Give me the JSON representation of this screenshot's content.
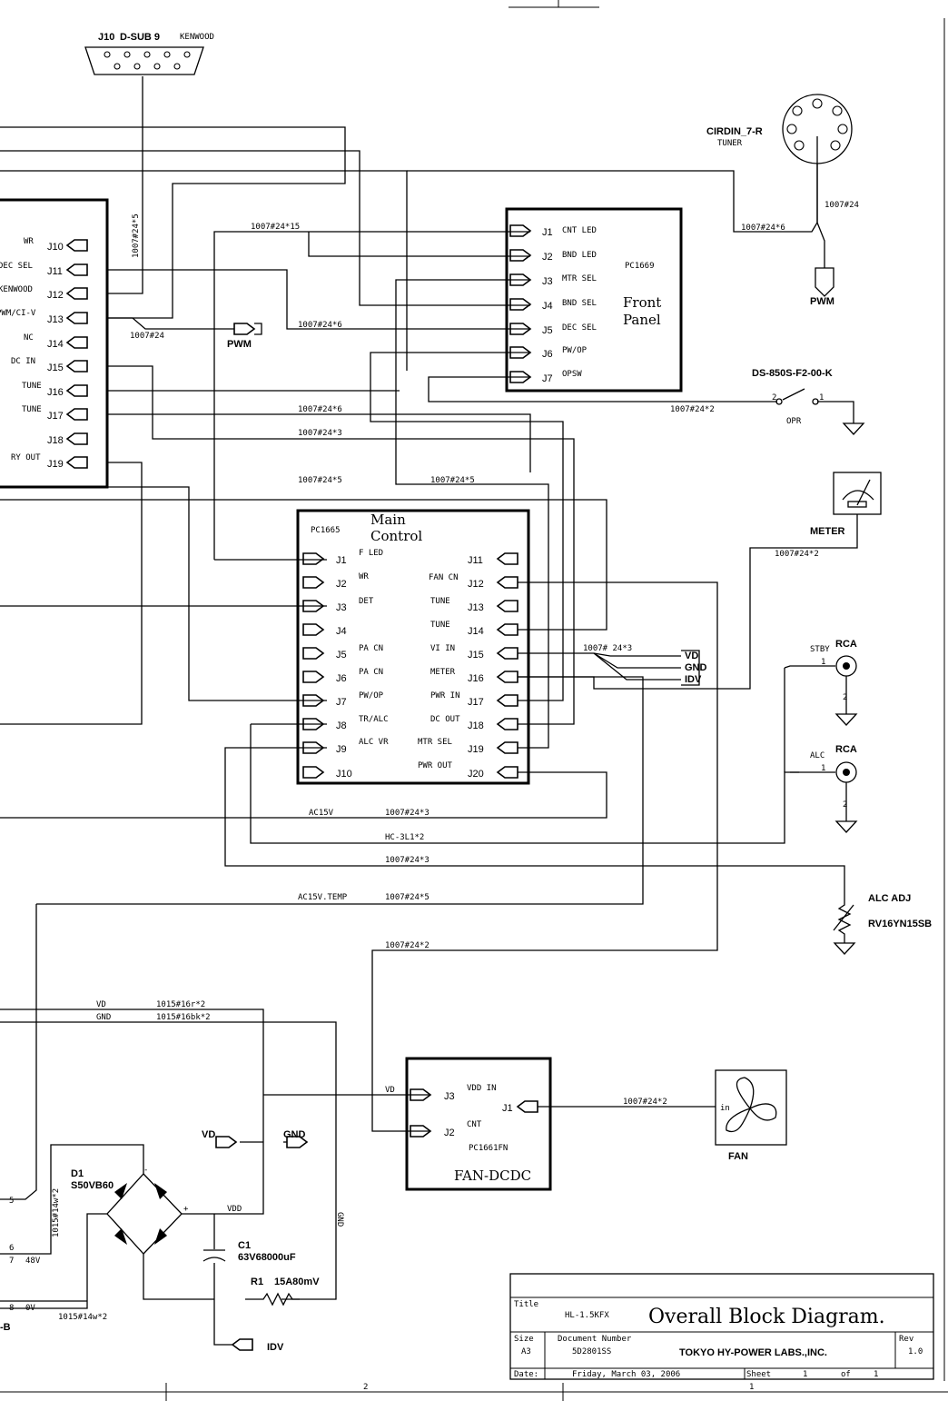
{
  "connectors": {
    "dsub": {
      "ref": "J10",
      "type": "D-SUB 9",
      "brand": "KENWOOD"
    },
    "din": {
      "ref": "CIRDIN_7-R",
      "sub": "TUNER",
      "cable": "1007#24"
    },
    "opr_switch": {
      "ref": "DS-850S-F2-00-K",
      "label": "OPR",
      "pin1": "1",
      "pin2": "2"
    },
    "meter": "METER",
    "stby": {
      "label": "STBY",
      "type": "RCA",
      "pin1": "1",
      "pin2": "2"
    },
    "alc": {
      "label": "ALC",
      "type": "RCA",
      "pin1": "1",
      "pin2": "2"
    },
    "alc_adj": {
      "label": "ALC ADJ",
      "part": "RV16YN15SB"
    },
    "fan": {
      "label": "FAN",
      "pin": "in"
    }
  },
  "left_board": {
    "pins": [
      {
        "sig": "WR",
        "pin": "J10"
      },
      {
        "sig": "DEC SEL",
        "pin": "J11"
      },
      {
        "sig": "KENWOOD",
        "pin": "J12"
      },
      {
        "sig": "PWM/CI-V",
        "pin": "J13"
      },
      {
        "sig": "NC",
        "pin": "J14"
      },
      {
        "sig": "DC IN",
        "pin": "J15"
      },
      {
        "sig": "TUNE",
        "pin": "J16"
      },
      {
        "sig": "TUNE",
        "pin": "J17"
      },
      {
        "sig": "",
        "pin": "J18"
      },
      {
        "sig": "RY OUT",
        "pin": "J19"
      }
    ]
  },
  "front_panel": {
    "title": "Front Panel",
    "title_l1": "Front",
    "title_l2": "Panel",
    "board": "PC1669",
    "pins": [
      {
        "pin": "J1",
        "sig": "CNT LED"
      },
      {
        "pin": "J2",
        "sig": "BND LED"
      },
      {
        "pin": "J3",
        "sig": "MTR SEL"
      },
      {
        "pin": "J4",
        "sig": "BND SEL"
      },
      {
        "pin": "J5",
        "sig": "DEC SEL"
      },
      {
        "pin": "J6",
        "sig": "PW/OP"
      },
      {
        "pin": "J7",
        "sig": "OPSW"
      }
    ]
  },
  "main_control": {
    "title_l1": "Main",
    "title_l2": "Control",
    "board": "PC1665",
    "left_pins": [
      {
        "pin": "J1",
        "sig": "F LED"
      },
      {
        "pin": "J2",
        "sig": "WR"
      },
      {
        "pin": "J3",
        "sig": "DET"
      },
      {
        "pin": "J4",
        "sig": ""
      },
      {
        "pin": "J5",
        "sig": "PA CN"
      },
      {
        "pin": "J6",
        "sig": "PA CN"
      },
      {
        "pin": "J7",
        "sig": "PW/OP"
      },
      {
        "pin": "J8",
        "sig": "TR/ALC"
      },
      {
        "pin": "J9",
        "sig": "ALC VR"
      },
      {
        "pin": "J10",
        "sig": ""
      }
    ],
    "right_pins": [
      {
        "pin": "J11",
        "sig": ""
      },
      {
        "pin": "J12",
        "sig": "FAN CN"
      },
      {
        "pin": "J13",
        "sig": "TUNE"
      },
      {
        "pin": "J14",
        "sig": "TUNE"
      },
      {
        "pin": "J15",
        "sig": "VI IN"
      },
      {
        "pin": "J16",
        "sig": "METER"
      },
      {
        "pin": "J17",
        "sig": "PWR IN"
      },
      {
        "pin": "J18",
        "sig": "DC OUT"
      },
      {
        "pin": "J19",
        "sig": "MTR SEL"
      },
      {
        "pin": "J20",
        "sig": "PWR OUT"
      }
    ]
  },
  "fan_dcdc": {
    "title": "FAN-DCDC",
    "board": "PC1661FN",
    "pins": [
      {
        "pin": "J3",
        "sig": "VDD IN"
      },
      {
        "pin": "J2",
        "sig": "CNT"
      },
      {
        "pin": "J1",
        "sig": ""
      }
    ]
  },
  "cables": {
    "c1": "1007#24*5",
    "c2": "1007#24*15",
    "c3": "1007#24",
    "c4": "1007#24*6",
    "c5": "1007#24*6",
    "c6": "1007#24*2",
    "c7": "1007#24*6",
    "c8": "1007#24*3",
    "c9": "1007#24*5",
    "c10": "1007#24*5",
    "c11": "1007#24*2",
    "c12": "1007# 24*3",
    "c13": "1007#24*3",
    "c14": "1007#24*3",
    "c15": "1007#24*5",
    "c16": "1007#24*2",
    "c17": "1007#24*2",
    "c18": "1015#16r*2",
    "c19": "1015#16bk*2",
    "c20": "1015#14w*2",
    "c21": "1015#14w*2",
    "ac15v": "AC15V",
    "hc": "HC-3L1*2",
    "ac15vt": "AC15V.TEMP"
  },
  "nets": {
    "pwm": "PWM",
    "vd": "VD",
    "gnd": "GND",
    "idv": "IDV",
    "vdd": "VDD",
    "plus": "+",
    "minus": "-"
  },
  "power": {
    "d1_ref": "D1",
    "d1_val": "S50VB60",
    "c1_ref": "C1",
    "c1_val": "63V68000uF",
    "r1_ref": "R1",
    "r1_val": "15A80mV",
    "pins": [
      "5",
      "6",
      "7",
      "8"
    ],
    "v48": "48V",
    "v0": "0V",
    "end": "-B"
  },
  "title_block": {
    "title_label": "Title",
    "title_model": "HL-1.5KFX",
    "title_text": "Overall Block Diagram.",
    "size_label": "Size",
    "size": "A3",
    "docnum_label": "Document Number",
    "docnum": "5D2801SS",
    "company": "TOKYO HY-POWER LABS.,INC.",
    "rev_label": "Rev",
    "rev": "1.0",
    "date_label": "Date:",
    "date": "Friday, March 03, 2006",
    "sheet_label": "Sheet",
    "sheet": "1",
    "of_label": "of",
    "of": "1"
  },
  "border": {
    "z1": "2",
    "z2": "1"
  }
}
